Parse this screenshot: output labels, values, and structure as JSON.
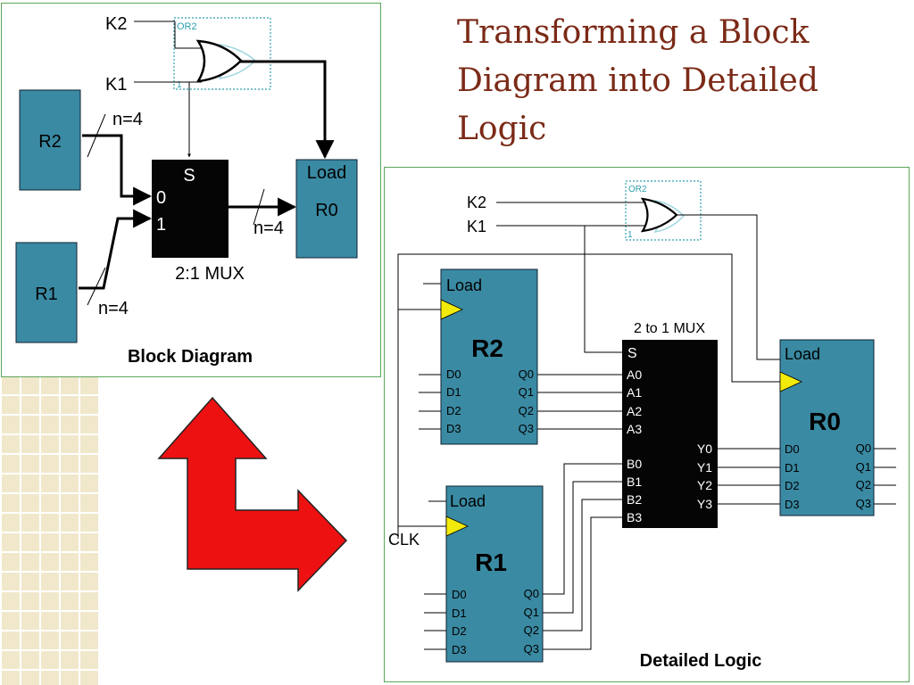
{
  "slide": {
    "title_lines": [
      "Transforming a Block",
      "Diagram into Detailed",
      "Logic"
    ]
  },
  "colors": {
    "register_fill": "#3a8aa3",
    "mux_fill": "#050505",
    "title_color": "#7b2a17",
    "panel_border": "#5aa65a",
    "clock_triangle": "#f2ea0a",
    "arrow_fill": "#ee1111",
    "gate_outline": "#2f9fb0"
  },
  "block_diagram": {
    "caption": "Block Diagram",
    "inputs": {
      "k2": "K2",
      "k1": "K1"
    },
    "gate": {
      "label": "OR2",
      "pin": "1"
    },
    "registers": {
      "r2": "R2",
      "r1": "R1",
      "r0": "R0"
    },
    "r0_load": "Load",
    "mux": {
      "select": "S",
      "in0": "0",
      "in1": "1",
      "caption": "2:1 MUX"
    },
    "bus_width": "n=4"
  },
  "detailed_logic": {
    "caption": "Detailed Logic",
    "inputs": {
      "k2": "K2",
      "k1": "K1"
    },
    "gate": {
      "label": "OR2",
      "pin": "1"
    },
    "clock": "CLK",
    "mux": {
      "title": "2 to 1 MUX",
      "select": "S",
      "a_inputs": [
        "A0",
        "A1",
        "A2",
        "A3"
      ],
      "b_inputs": [
        "B0",
        "B1",
        "B2",
        "B3"
      ],
      "outputs": [
        "Y0",
        "Y1",
        "Y2",
        "Y3"
      ]
    },
    "registers": [
      {
        "name": "R2",
        "load": "Load",
        "d": [
          "D0",
          "D1",
          "D2",
          "D3"
        ],
        "q": [
          "Q0",
          "Q1",
          "Q2",
          "Q3"
        ]
      },
      {
        "name": "R1",
        "load": "Load",
        "d": [
          "D0",
          "D1",
          "D2",
          "D3"
        ],
        "q": [
          "Q0",
          "Q1",
          "Q2",
          "Q3"
        ]
      },
      {
        "name": "R0",
        "load": "Load",
        "d": [
          "D0",
          "D1",
          "D2",
          "D3"
        ],
        "q": [
          "Q0",
          "Q1",
          "Q2",
          "Q3"
        ]
      }
    ]
  }
}
